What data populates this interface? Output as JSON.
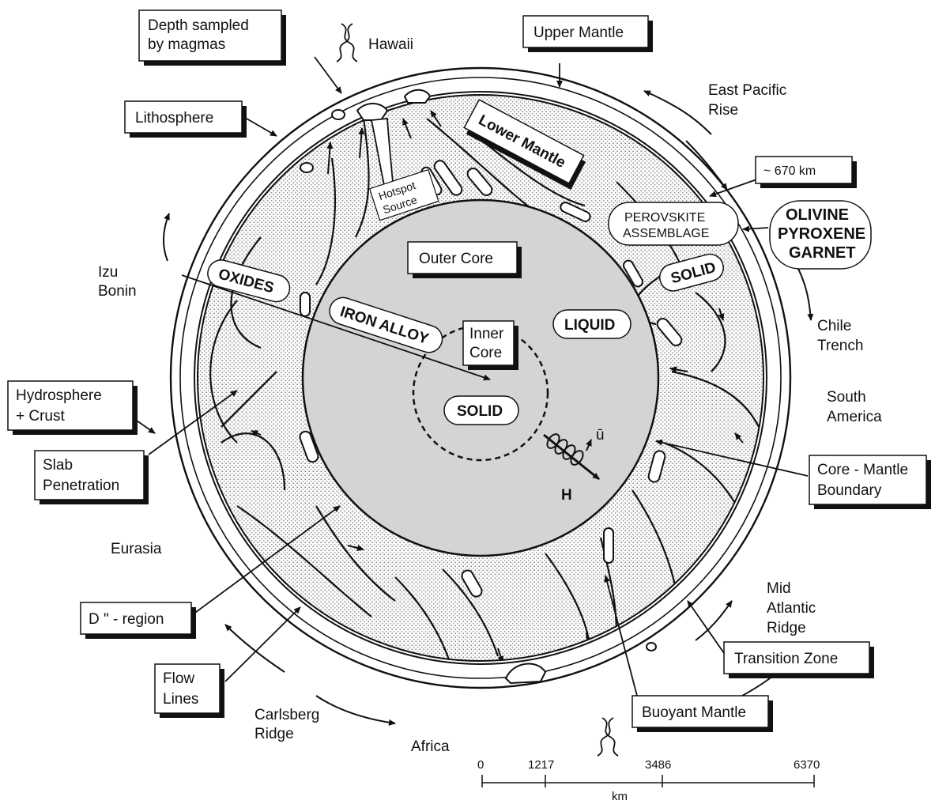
{
  "labels": {
    "depth_sampled_1": "Depth sampled",
    "depth_sampled_2": "by magmas",
    "hawaii": "Hawaii",
    "upper_mantle": "Upper Mantle",
    "east_pacific_1": "East Pacific",
    "east_pacific_2": "Rise",
    "lithosphere": "Lithosphere",
    "lower_mantle": "Lower Mantle",
    "km670": "~ 670 km",
    "hotspot_1": "Hotspot",
    "hotspot_2": "Source",
    "perovskite_1": "PEROVSKITE",
    "perovskite_2": "ASSEMBLAGE",
    "olivine_1": "OLIVINE",
    "olivine_2": "PYROXENE",
    "olivine_3": "GARNET",
    "izu_1": "Izu",
    "izu_2": "Bonin",
    "oxides": "OXIDES",
    "outer_core": "Outer Core",
    "solid_mantle": "SOLID",
    "iron_alloy": "IRON ALLOY",
    "inner_core_1": "Inner",
    "inner_core_2": "Core",
    "liquid": "LIQUID",
    "chile_1": "Chile",
    "chile_2": "Trench",
    "hydro_1": "Hydrosphere",
    "hydro_2": "+ Crust",
    "solid_inner": "SOLID",
    "south_am_1": "South",
    "south_am_2": "America",
    "slab_1": "Slab",
    "slab_2": "Penetration",
    "u_bar": "ū",
    "h": "H",
    "cmb_1": "Core - Mantle",
    "cmb_2": "Boundary",
    "eurasia": "Eurasia",
    "d_region": "D \" - region",
    "mid_atl_1": "Mid",
    "mid_atl_2": "Atlantic",
    "mid_atl_3": "Ridge",
    "transition": "Transition Zone",
    "flow_1": "Flow",
    "flow_2": "Lines",
    "carlsberg_1": "Carlsberg",
    "carlsberg_2": "Ridge",
    "buoyant": "Buoyant Mantle",
    "africa": "Africa"
  },
  "scale": {
    "ticks": [
      "0",
      "1217",
      "3486",
      "6370"
    ],
    "unit": "km"
  }
}
